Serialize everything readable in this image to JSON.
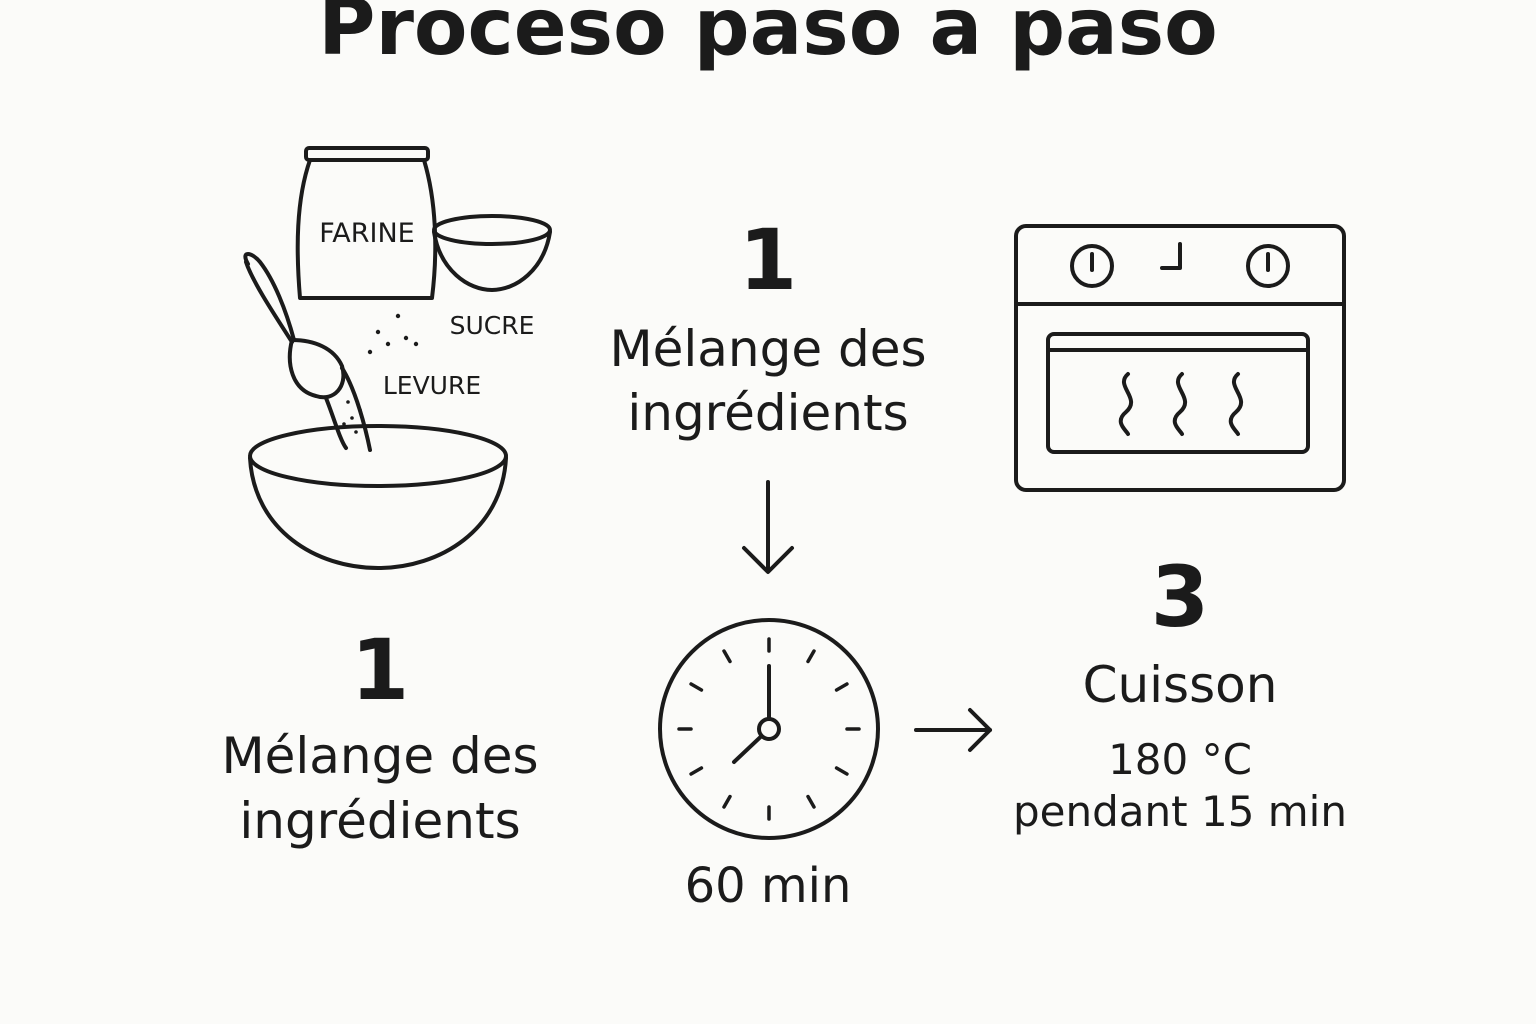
{
  "title": "Proceso paso a paso",
  "ingredients": {
    "flour_label": "FARINE",
    "sugar_label": "SUCRE",
    "yeast_label": "LEVURE"
  },
  "step_mix_left": {
    "number": "1",
    "label_line1": "Mélange des",
    "label_line2": "ingrédients"
  },
  "step_mix_center": {
    "number": "1",
    "label_line1": "Mélange des",
    "label_line2": "ingrédients"
  },
  "rest": {
    "duration": "60 min"
  },
  "bake": {
    "number": "3",
    "label": "Cuisson",
    "temperature": "180 °C",
    "duration": "pendant 15 min"
  }
}
